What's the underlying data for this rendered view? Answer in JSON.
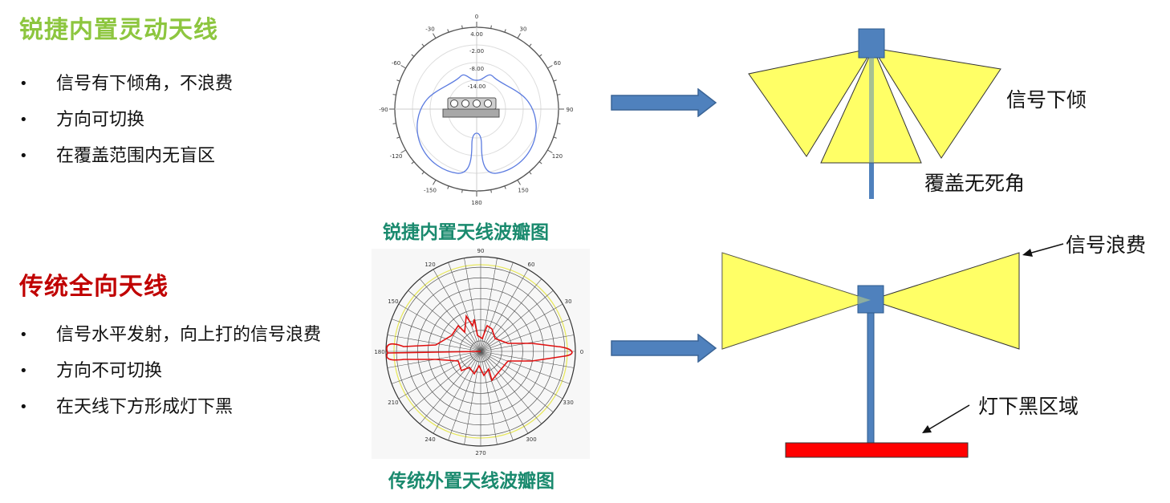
{
  "sections": [
    {
      "title": "锐捷内置灵动天线",
      "title_color": "#8dc63f",
      "bullets": [
        "信号有下倾角，不浪费",
        "方向可切换",
        "在覆盖范围内无盲区"
      ],
      "caption": "锐捷内置天线波瓣图",
      "labels": [
        "信号下倾",
        "覆盖无死角"
      ]
    },
    {
      "title": "传统全向天线",
      "title_color": "#c00000",
      "bullets": [
        "信号水平发射，向上打的信号浪费",
        "方向不可切换",
        "在天线下方形成灯下黑"
      ],
      "caption": "传统外置天线波瓣图",
      "labels": [
        "信号浪费",
        "灯下黑区域"
      ]
    }
  ],
  "bullet_symbol": "•",
  "polar1": {
    "angle_labels": [
      "0",
      "30",
      "60",
      "90",
      "120",
      "150",
      "180",
      "-150",
      "-120",
      "-90",
      "-60",
      "-30"
    ],
    "radial_labels": [
      "4.00",
      "-2.00",
      "-8.00",
      "-14.00"
    ]
  },
  "polar2": {
    "angle_labels": [
      "90",
      "120",
      "150",
      "180",
      "210",
      "240",
      "270",
      "300",
      "330",
      "0",
      "30",
      "60"
    ]
  },
  "colors": {
    "arrow": "#4f81bd",
    "cone": "#ffff66",
    "antenna": "#4f81bd",
    "dark_zone": "#ff0000",
    "pattern_blue": "#5b7be0",
    "pattern_red": "#e01010"
  }
}
